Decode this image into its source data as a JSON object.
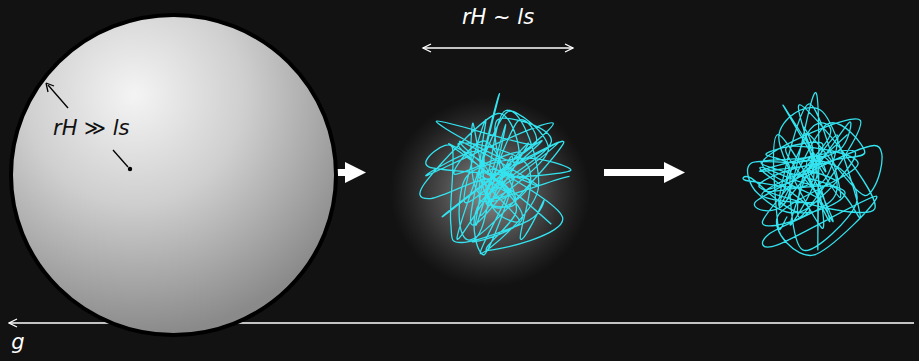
{
  "diagram": {
    "nodes": [
      {
        "text": [
          "rH ≫ ls"
        ]
      }
    ],
    "labels": [
      "rH ~ ls",
      "g"
    ]
  }
}
